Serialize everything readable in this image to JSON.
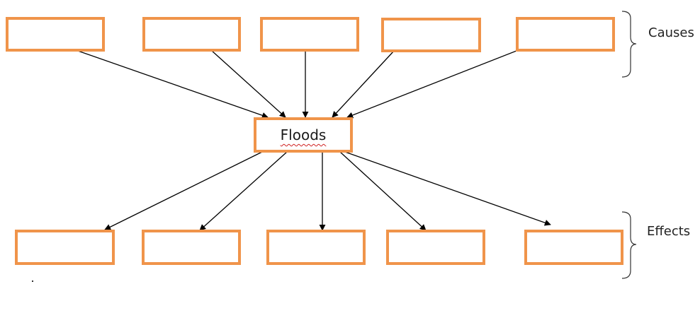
{
  "diagram": {
    "center_label": "Floods",
    "causes_label": "Causes",
    "effects_label": "Effects",
    "cause_boxes": [
      "",
      "",
      "",
      "",
      ""
    ],
    "effect_boxes": [
      "",
      "",
      "",
      "",
      ""
    ]
  },
  "colors": {
    "box_border": "#f0944a",
    "arrow": "#000000",
    "bracket": "#333333",
    "spellcheck_underline": "#d02020"
  }
}
